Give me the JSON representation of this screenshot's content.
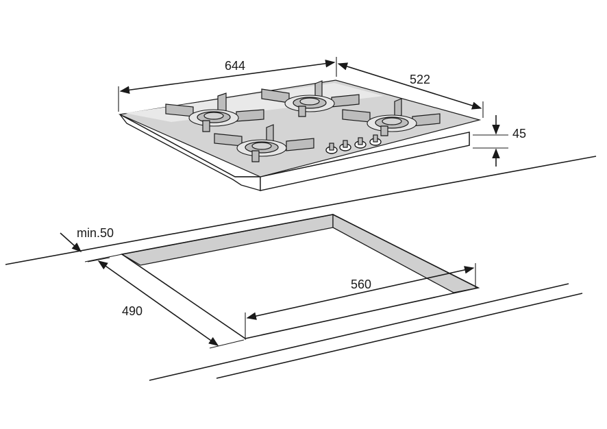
{
  "dimensions": {
    "width": "644",
    "depth": "522",
    "height": "45",
    "min_distance": "min.50",
    "cutout_width": "560",
    "cutout_depth": "490"
  }
}
